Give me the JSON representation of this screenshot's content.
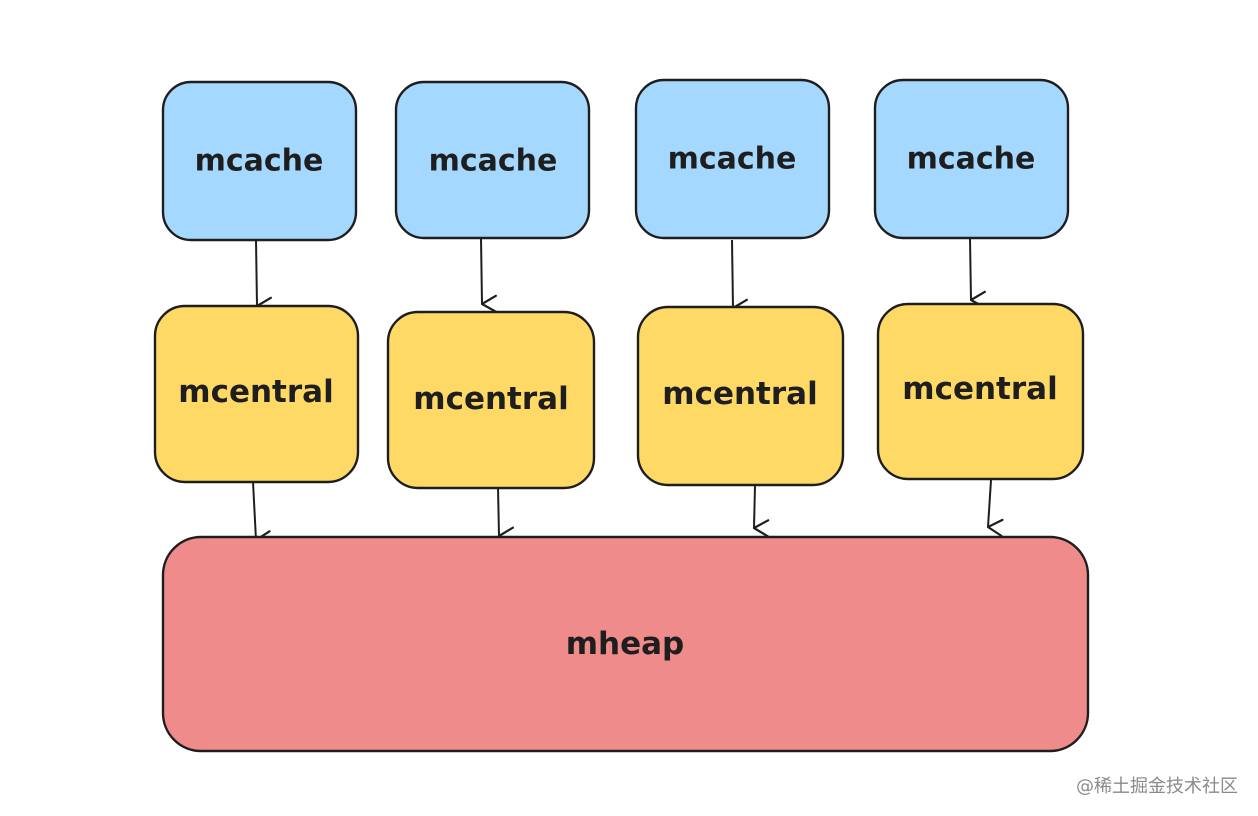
{
  "diagram": {
    "type": "memory-allocator-hierarchy",
    "colors": {
      "mcache_fill": "#a5d8ff",
      "mcentral_fill": "#ffd966",
      "mheap_fill": "#ef8b8b",
      "stroke": "#1e1e1e"
    },
    "mcache_nodes": [
      {
        "label": "mcache"
      },
      {
        "label": "mcache"
      },
      {
        "label": "mcache"
      },
      {
        "label": "mcache"
      }
    ],
    "mcentral_nodes": [
      {
        "label": "mcentral"
      },
      {
        "label": "mcentral"
      },
      {
        "label": "mcentral"
      },
      {
        "label": "mcentral"
      }
    ],
    "mheap_node": {
      "label": "mheap"
    },
    "edges": [
      {
        "from": "mcache-0",
        "to": "mcentral-0"
      },
      {
        "from": "mcache-1",
        "to": "mcentral-1"
      },
      {
        "from": "mcache-2",
        "to": "mcentral-2"
      },
      {
        "from": "mcache-3",
        "to": "mcentral-3"
      },
      {
        "from": "mcentral-0",
        "to": "mheap"
      },
      {
        "from": "mcentral-1",
        "to": "mheap"
      },
      {
        "from": "mcentral-2",
        "to": "mheap"
      },
      {
        "from": "mcentral-3",
        "to": "mheap"
      }
    ]
  },
  "watermark": {
    "text": "@稀土掘金技术社区"
  }
}
